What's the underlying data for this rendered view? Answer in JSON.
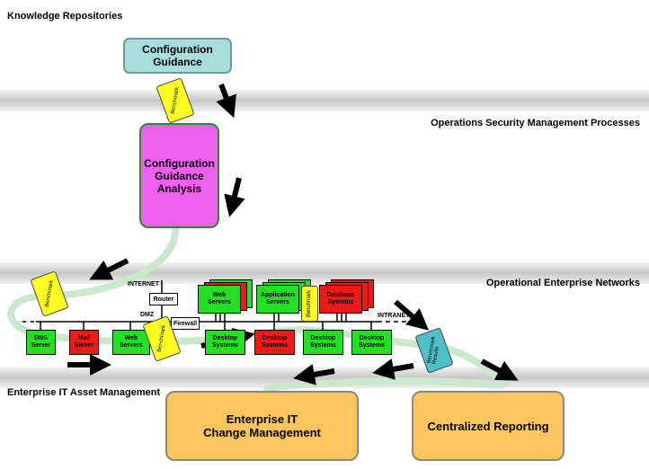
{
  "swimlanes": {
    "knowledge": "Knowledge Repositories",
    "operations": "Operations Security Management Processes",
    "networks": "Operational Enterprise Networks",
    "asset": "Enterprise IT Asset Management"
  },
  "nodes": {
    "config_guidance": "Configuration\nGuidance",
    "analysis": "Configuration\nGuidance\nAnalysis",
    "change_mgmt": "Enterprise IT\nChange Management",
    "reporting": "Centralized Reporting"
  },
  "network": {
    "internet": "INTERNET",
    "router": "Router",
    "dmz": "DMZ",
    "firewall": "Firewall",
    "intranet": "INTRANET",
    "bottom": [
      {
        "label": "DNS\nServer",
        "status": "green"
      },
      {
        "label": "Mail\nServer",
        "status": "red"
      },
      {
        "label": "Web\nServers",
        "status": "green"
      },
      {
        "label": "Desktop\nSystems",
        "status": "green"
      },
      {
        "label": "Desktop\nSystems",
        "status": "red"
      },
      {
        "label": "Desktop\nSystems",
        "status": "green"
      },
      {
        "label": "Desktop\nSystems",
        "status": "green"
      }
    ],
    "top": [
      {
        "label": "Web\nServers",
        "status": "green"
      },
      {
        "label": "Application\nServers",
        "status": "green"
      },
      {
        "label": "Database\nSystems",
        "status": "red"
      }
    ]
  },
  "scrolls": {
    "benchmark": "Benchmark",
    "results": "Benchmark\nResults"
  },
  "colors": {
    "config": "#a8dede",
    "analysis": "#f060f0",
    "orange": "#fcc65c",
    "green": "#22e022",
    "red": "#ee1a1a",
    "scroll": "#ffff22",
    "results": "#50c0c8"
  }
}
